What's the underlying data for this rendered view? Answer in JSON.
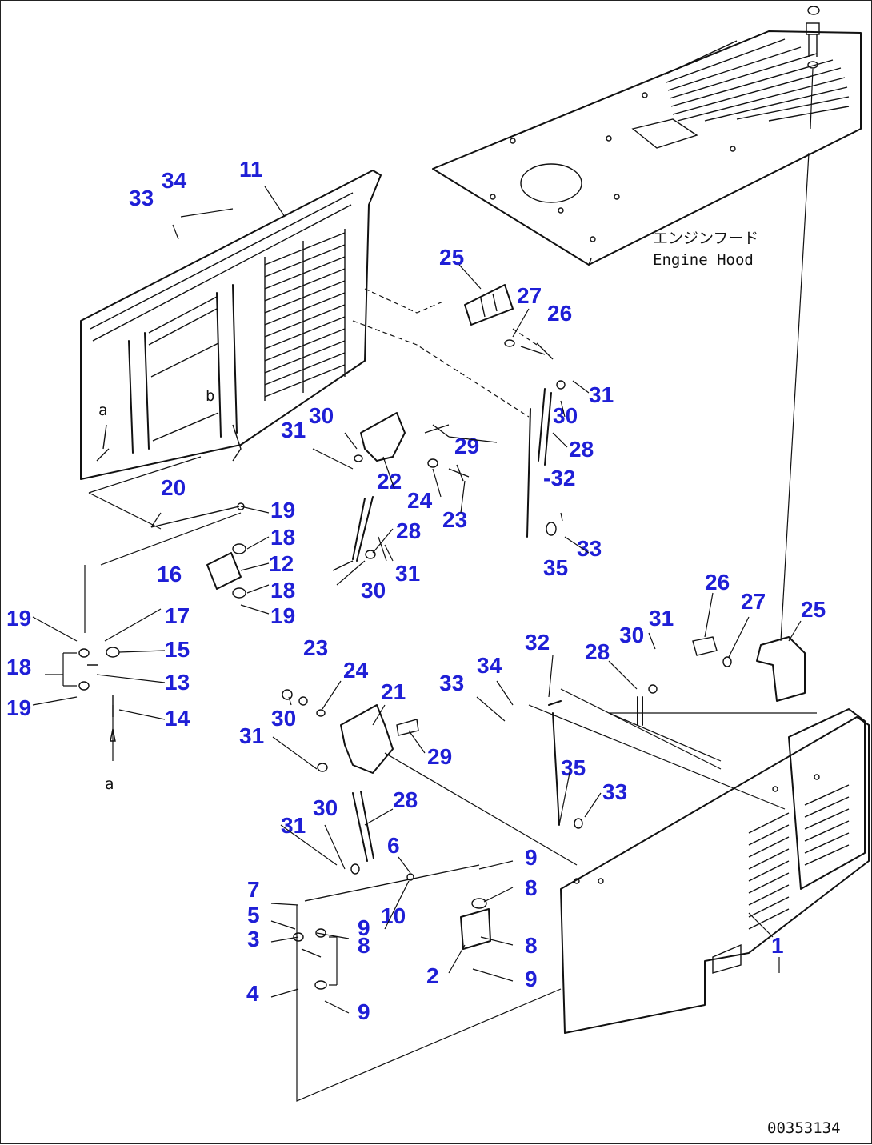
{
  "colors": {
    "callout": "#1f1fd6",
    "line": "#111111",
    "background": "#ffffff"
  },
  "notes": {
    "engine_hood_jp": "エンジンフード",
    "engine_hood_en": "Engine Hood",
    "ref_a_top": "a",
    "ref_a_bottom": "a",
    "ref_b": "b",
    "drawing_code": "00353134"
  },
  "callouts": [
    {
      "id": "c1",
      "text": "1"
    },
    {
      "id": "c2",
      "text": "2"
    },
    {
      "id": "c3",
      "text": "3"
    },
    {
      "id": "c4",
      "text": "4"
    },
    {
      "id": "c5",
      "text": "5"
    },
    {
      "id": "c6",
      "text": "6"
    },
    {
      "id": "c7",
      "text": "7"
    },
    {
      "id": "c8a",
      "text": "8"
    },
    {
      "id": "c8b",
      "text": "8"
    },
    {
      "id": "c8c",
      "text": "8"
    },
    {
      "id": "c9a",
      "text": "9"
    },
    {
      "id": "c9b",
      "text": "9"
    },
    {
      "id": "c9c",
      "text": "9"
    },
    {
      "id": "c9d",
      "text": "9"
    },
    {
      "id": "c10",
      "text": "10"
    },
    {
      "id": "c11",
      "text": "11"
    },
    {
      "id": "c12",
      "text": "12"
    },
    {
      "id": "c13",
      "text": "13"
    },
    {
      "id": "c14",
      "text": "14"
    },
    {
      "id": "c15",
      "text": "15"
    },
    {
      "id": "c16",
      "text": "16"
    },
    {
      "id": "c17",
      "text": "17"
    },
    {
      "id": "c18a",
      "text": "18"
    },
    {
      "id": "c18b",
      "text": "18"
    },
    {
      "id": "c18c",
      "text": "18"
    },
    {
      "id": "c19a",
      "text": "19"
    },
    {
      "id": "c19b",
      "text": "19"
    },
    {
      "id": "c19c",
      "text": "19"
    },
    {
      "id": "c19d",
      "text": "19"
    },
    {
      "id": "c20",
      "text": "20"
    },
    {
      "id": "c21",
      "text": "21"
    },
    {
      "id": "c22",
      "text": "22"
    },
    {
      "id": "c23a",
      "text": "23"
    },
    {
      "id": "c23b",
      "text": "23"
    },
    {
      "id": "c24a",
      "text": "24"
    },
    {
      "id": "c24b",
      "text": "24"
    },
    {
      "id": "c25a",
      "text": "25"
    },
    {
      "id": "c25b",
      "text": "25"
    },
    {
      "id": "c26a",
      "text": "26"
    },
    {
      "id": "c26b",
      "text": "26"
    },
    {
      "id": "c27a",
      "text": "27"
    },
    {
      "id": "c27b",
      "text": "27"
    },
    {
      "id": "c28a",
      "text": "28"
    },
    {
      "id": "c28b",
      "text": "28"
    },
    {
      "id": "c28c",
      "text": "28"
    },
    {
      "id": "c28d",
      "text": "28"
    },
    {
      "id": "c29a",
      "text": "29"
    },
    {
      "id": "c29b",
      "text": "29"
    },
    {
      "id": "c30a",
      "text": "30"
    },
    {
      "id": "c30b",
      "text": "30"
    },
    {
      "id": "c30c",
      "text": "30"
    },
    {
      "id": "c30d",
      "text": "30"
    },
    {
      "id": "c30e",
      "text": "30"
    },
    {
      "id": "c30f",
      "text": "30"
    },
    {
      "id": "c31a",
      "text": "31"
    },
    {
      "id": "c31b",
      "text": "31"
    },
    {
      "id": "c31c",
      "text": "31"
    },
    {
      "id": "c31d",
      "text": "31"
    },
    {
      "id": "c31e",
      "text": "31"
    },
    {
      "id": "c31f",
      "text": "31"
    },
    {
      "id": "c32a",
      "text": "32"
    },
    {
      "id": "c32b",
      "text": "-32"
    },
    {
      "id": "c33a",
      "text": "33"
    },
    {
      "id": "c33b",
      "text": "33"
    },
    {
      "id": "c33c",
      "text": "33"
    },
    {
      "id": "c33d",
      "text": "33"
    },
    {
      "id": "c34a",
      "text": "34"
    },
    {
      "id": "c34b",
      "text": "34"
    },
    {
      "id": "c35a",
      "text": "35"
    },
    {
      "id": "c35b",
      "text": "35"
    }
  ]
}
